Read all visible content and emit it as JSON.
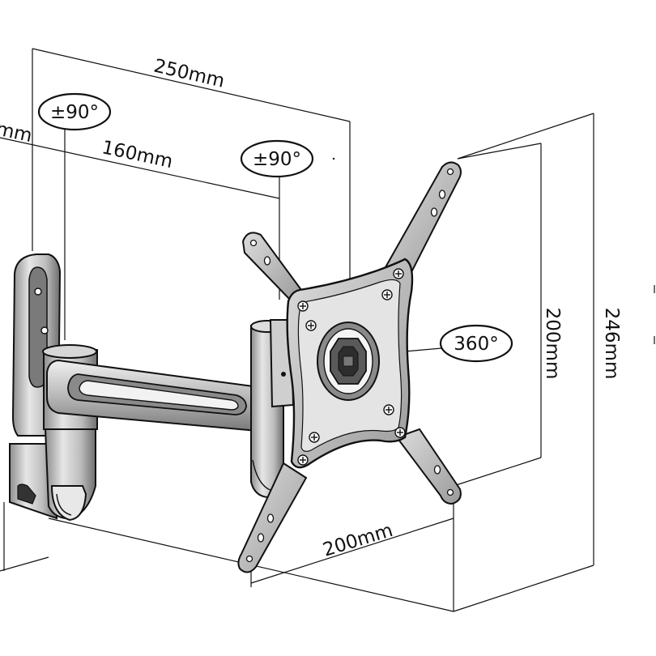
{
  "dimensions": {
    "cut_left": "mm",
    "arm_reach": "250mm",
    "arm_segment": "160mm",
    "vesa_height": "200mm",
    "total_height": "246mm",
    "vesa_width": "200mm"
  },
  "rotations": {
    "wall_tilt": "±90°",
    "arm_tilt": "±90°",
    "plate_rotation": "360°"
  },
  "colors": {
    "line": "#111111",
    "metal_light": "#d9d9d9",
    "metal_mid": "#a8a8a8",
    "metal_dark": "#555555",
    "background": "#ffffff"
  }
}
